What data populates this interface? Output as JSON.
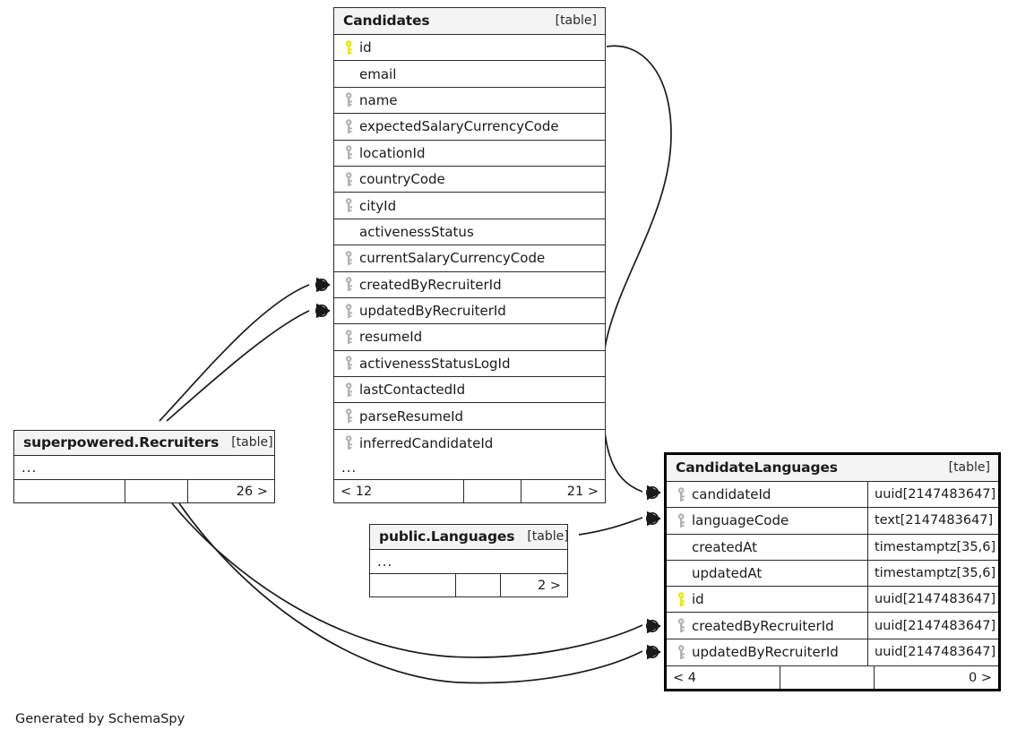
{
  "diagram": {
    "generator_note": "Generated by SchemaSpy",
    "table_kind_label": "[table]",
    "ellipsis": "...",
    "key_icon_primary": "key-icon-primary",
    "key_icon_foreign": "key-icon-foreign",
    "accent_primary_key": "#e8e800",
    "accent_foreign_key": "#b3b3b3",
    "line_color": "#1a1a1a",
    "header_bg": "#f4f4f4",
    "border_color": "#2b2b2b"
  },
  "tables": {
    "candidates": {
      "name": "Candidates",
      "kind": "[table]",
      "columns": [
        {
          "name": "id",
          "key": "primary"
        },
        {
          "name": "email",
          "key": "none"
        },
        {
          "name": "name",
          "key": "foreign"
        },
        {
          "name": "expectedSalaryCurrencyCode",
          "key": "foreign"
        },
        {
          "name": "locationId",
          "key": "foreign"
        },
        {
          "name": "countryCode",
          "key": "foreign"
        },
        {
          "name": "cityId",
          "key": "foreign"
        },
        {
          "name": "activenessStatus",
          "key": "none"
        },
        {
          "name": "currentSalaryCurrencyCode",
          "key": "foreign"
        },
        {
          "name": "createdByRecruiterId",
          "key": "foreign"
        },
        {
          "name": "updatedByRecruiterId",
          "key": "foreign"
        },
        {
          "name": "resumeId",
          "key": "foreign"
        },
        {
          "name": "activenessStatusLogId",
          "key": "foreign"
        },
        {
          "name": "lastContactedId",
          "key": "foreign"
        },
        {
          "name": "parseResumeId",
          "key": "foreign"
        },
        {
          "name": "inferredCandidateId",
          "key": "foreign"
        }
      ],
      "more_indicator": "...",
      "footer": {
        "left": "< 12",
        "mid": "",
        "right": "21 >"
      }
    },
    "recruiters": {
      "name": "superpowered.Recruiters",
      "kind": "[table]",
      "more_indicator": "...",
      "footer": {
        "left": "",
        "mid": "",
        "right": "26 >"
      }
    },
    "languages": {
      "name": "public.Languages",
      "kind": "[table]",
      "more_indicator": "...",
      "footer": {
        "left": "",
        "mid": "",
        "right": "2 >"
      }
    },
    "candidatelanguages": {
      "name": "CandidateLanguages",
      "kind": "[table]",
      "columns": [
        {
          "name": "candidateId",
          "type": "uuid[2147483647]",
          "key": "foreign"
        },
        {
          "name": "languageCode",
          "type": "text[2147483647]",
          "key": "foreign"
        },
        {
          "name": "createdAt",
          "type": "timestamptz[35,6]",
          "key": "none"
        },
        {
          "name": "updatedAt",
          "type": "timestamptz[35,6]",
          "key": "none"
        },
        {
          "name": "id",
          "type": "uuid[2147483647]",
          "key": "primary"
        },
        {
          "name": "createdByRecruiterId",
          "type": "uuid[2147483647]",
          "key": "foreign"
        },
        {
          "name": "updatedByRecruiterId",
          "type": "uuid[2147483647]",
          "key": "foreign"
        }
      ],
      "footer": {
        "left": "< 4",
        "mid": "",
        "right": "0 >"
      }
    }
  },
  "relationships": [
    {
      "name": "candidates-id-to-candidatelanguages-candidateid",
      "from": "Candidates.id",
      "to": "CandidateLanguages.candidateId"
    },
    {
      "name": "recruiters-to-candidates-createdbyrecruiterid",
      "from": "superpowered.Recruiters",
      "to": "Candidates.createdByRecruiterId"
    },
    {
      "name": "recruiters-to-candidates-updatedbyrecruiterid",
      "from": "superpowered.Recruiters",
      "to": "Candidates.updatedByRecruiterId"
    },
    {
      "name": "languages-to-candidatelanguages-languagecode",
      "from": "public.Languages",
      "to": "CandidateLanguages.languageCode"
    },
    {
      "name": "recruiters-to-candidatelanguages-createdbyrecruiterid",
      "from": "superpowered.Recruiters",
      "to": "CandidateLanguages.createdByRecruiterId"
    },
    {
      "name": "recruiters-to-candidatelanguages-updatedbyrecruiterid",
      "from": "superpowered.Recruiters",
      "to": "CandidateLanguages.updatedByRecruiterId"
    }
  ]
}
